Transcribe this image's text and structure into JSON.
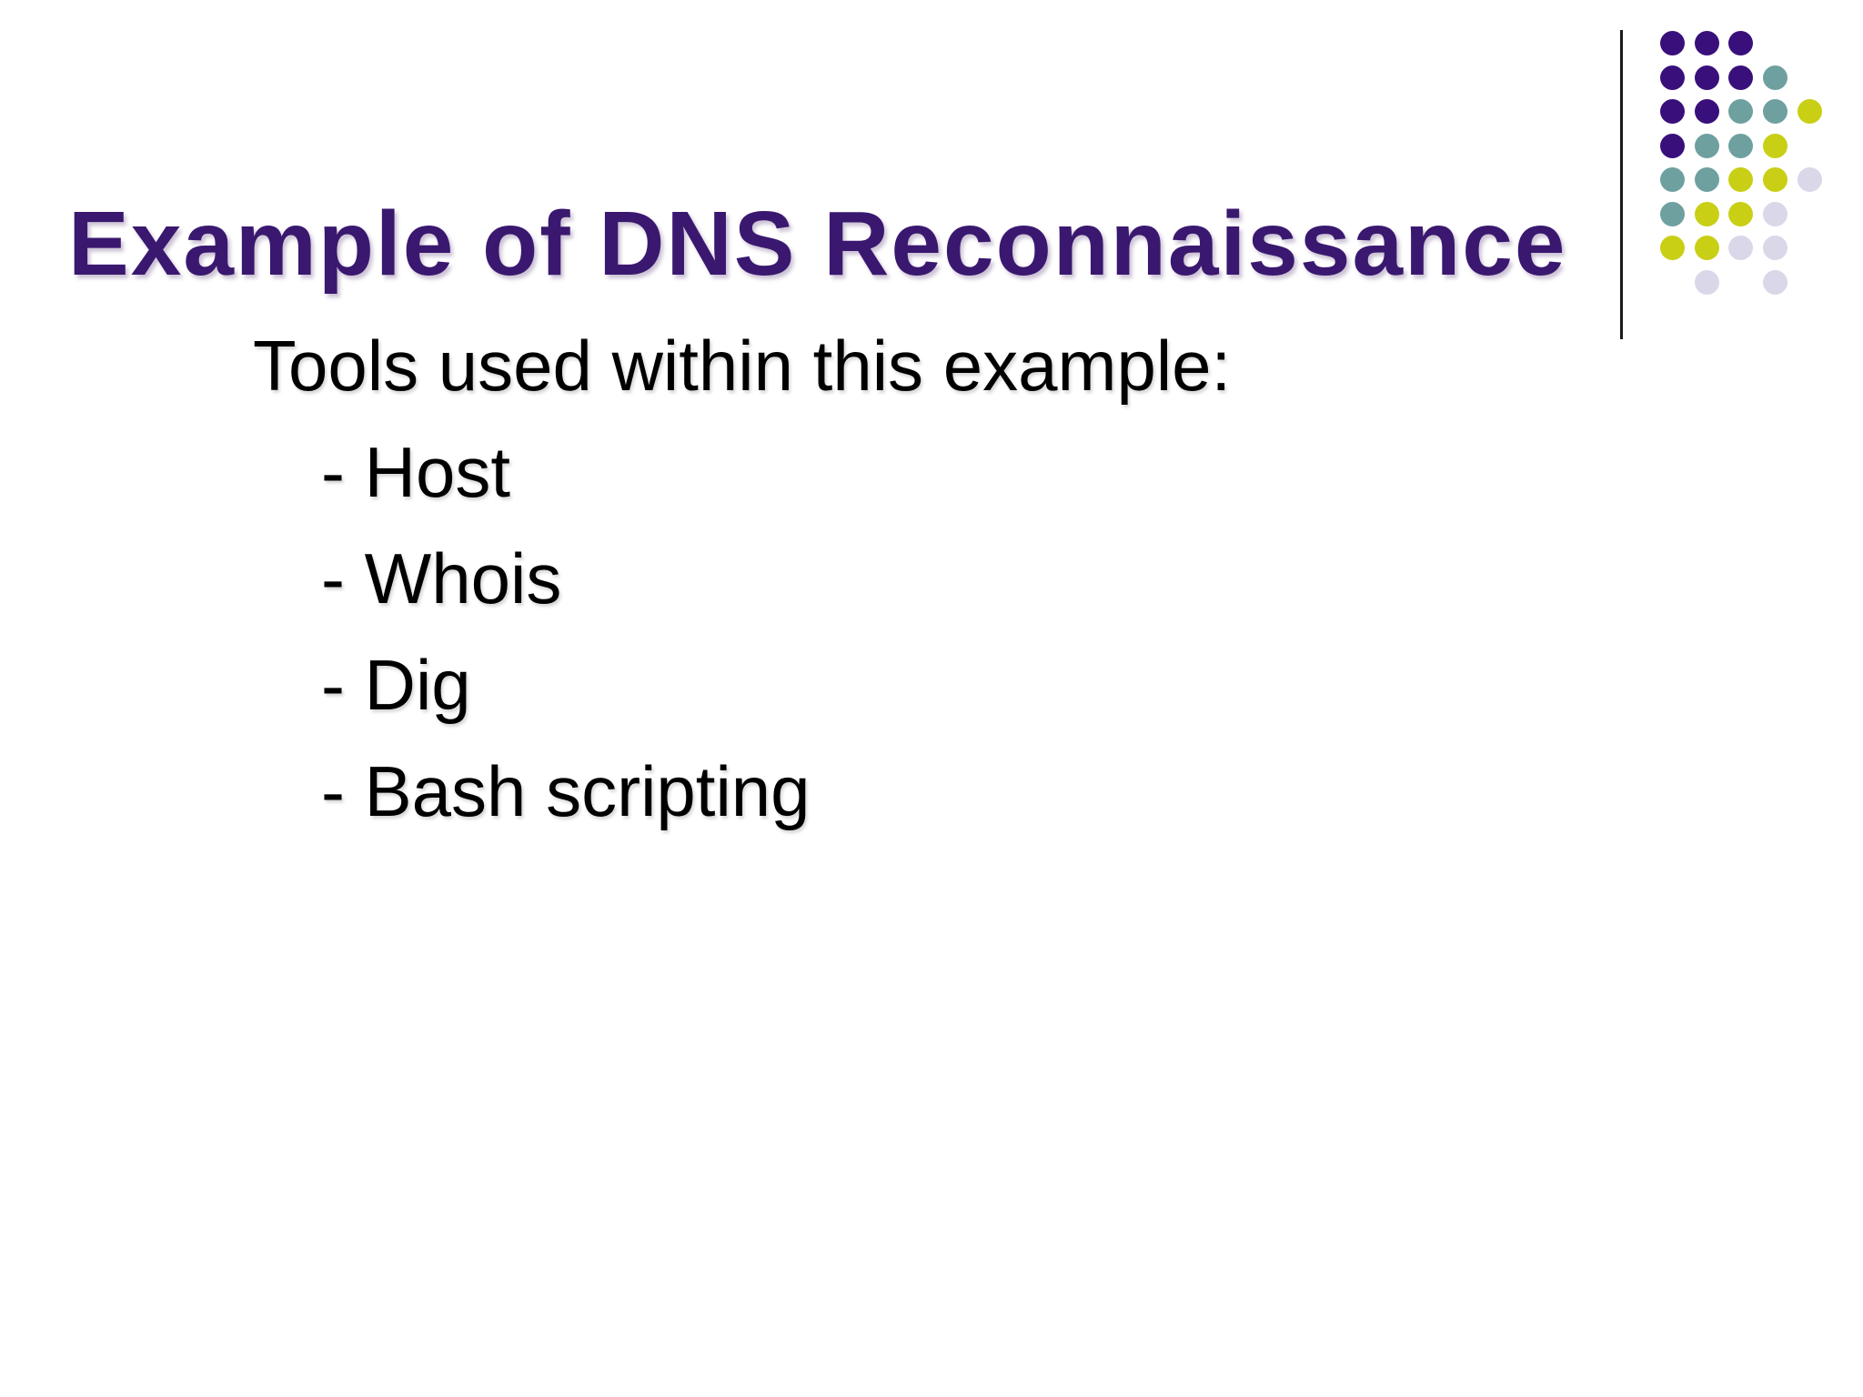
{
  "slide": {
    "title": "Example of DNS Reconnaissance",
    "body_intro": "Tools used within this example:",
    "list_items": [
      "- Host",
      "- Whois",
      "- Dig",
      "- Bash scripting"
    ]
  },
  "colors": {
    "title_text": "#3A186F",
    "body_text": "#000000",
    "divider_line": "#1A1A1A",
    "dot_purple": "#39107B",
    "dot_teal": "#6FA0A0",
    "dot_yellow": "#C9CF15",
    "dot_lavender": "#DAD7E9"
  },
  "decoration": {
    "dot_grid_rows": [
      "PPP..",
      "PPPT.",
      "PPTTY",
      "PTTY.",
      "TTYYL",
      "TYYL.",
      "YYLL.",
      ".L.L."
    ],
    "dot_legend": {
      "P": "dot_purple",
      "T": "dot_teal",
      "Y": "dot_yellow",
      "L": "dot_lavender"
    }
  }
}
